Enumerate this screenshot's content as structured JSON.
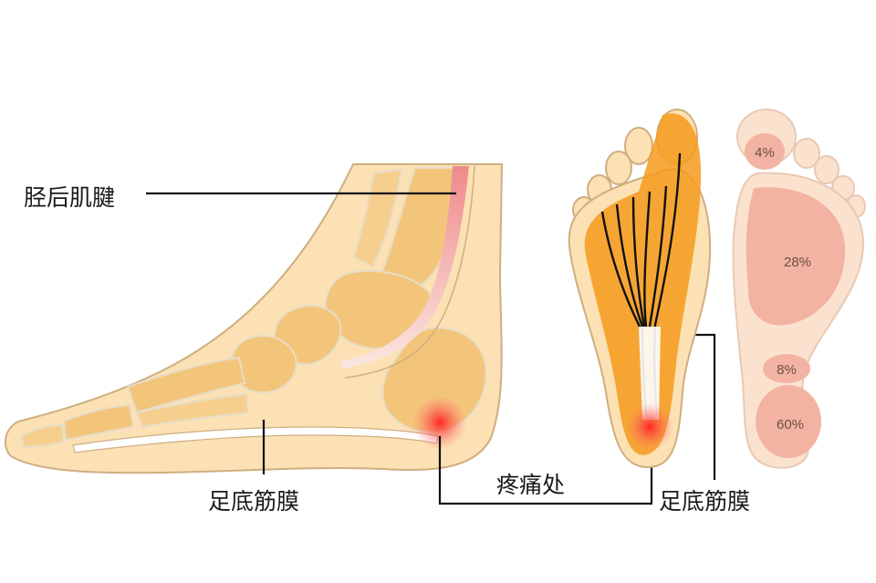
{
  "labels": {
    "tibialis_posterior_tendon": "胫后肌腱",
    "plantar_fascia_side": "足底筋膜",
    "pain_site": "疼痛处",
    "plantar_fascia_sole": "足底筋膜"
  },
  "pressure_regions": [
    {
      "name": "toe",
      "value": "4%"
    },
    {
      "name": "forefoot",
      "value": "28%"
    },
    {
      "name": "midfoot",
      "value": "8%"
    },
    {
      "name": "heel",
      "value": "60%"
    }
  ],
  "colors": {
    "skin": "#fbe1b4",
    "skin_outline": "#cfae80",
    "bone": "#f3c57a",
    "bone_line": "#e8dcc6",
    "fascia_band": "#f59a1c",
    "tendon": "#ef8f8f",
    "pain": "#ff2a2a",
    "pressure_zone": "#f3b3a3",
    "footprint": "#fbe2cf"
  }
}
